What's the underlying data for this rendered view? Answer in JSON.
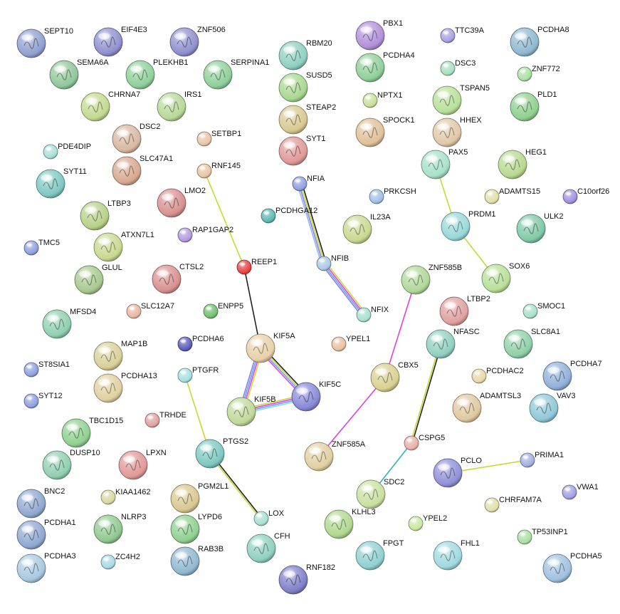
{
  "nodes": [
    {
      "id": "SEPT10",
      "label": "SEPT10",
      "color": "#8f9fcf"
    },
    {
      "id": "EIF4E3",
      "label": "EIF4E3",
      "color": "#8f8fcf"
    },
    {
      "id": "ZNF506",
      "label": "ZNF506",
      "color": "#8f8fcf"
    },
    {
      "id": "SEMA6A",
      "label": "SEMA6A",
      "color": "#8fc79a"
    },
    {
      "id": "PLEKHB1",
      "label": "PLEKHB1",
      "color": "#8fcf9a"
    },
    {
      "id": "SERPINA1",
      "label": "SERPINA1",
      "color": "#8fcf9a"
    },
    {
      "id": "CHRNA7",
      "label": "CHRNA7",
      "color": "#c4d890"
    },
    {
      "id": "IRS1",
      "label": "IRS1",
      "color": "#b8d898"
    },
    {
      "id": "DSC2",
      "label": "DSC2",
      "color": "#d8b8a0"
    },
    {
      "id": "SETBP1",
      "label": "SETBP1",
      "color": "#e8c4a4"
    },
    {
      "id": "PDE4DIP",
      "label": "PDE4DIP",
      "color": "#a8e0d8"
    },
    {
      "id": "SLC47A1",
      "label": "SLC47A1",
      "color": "#d8a890"
    },
    {
      "id": "RNF145",
      "label": "RNF145",
      "color": "#e8c4a4"
    },
    {
      "id": "SYT11",
      "label": "SYT11",
      "color": "#7ec8c0"
    },
    {
      "id": "LMO2",
      "label": "LMO2",
      "color": "#d89090"
    },
    {
      "id": "LTBP3",
      "label": "LTBP3",
      "color": "#b8d088"
    },
    {
      "id": "RAP1GAP2",
      "label": "RAP1GAP2",
      "color": "#b09ae0"
    },
    {
      "id": "TMC5",
      "label": "TMC5",
      "color": "#8f9fe0"
    },
    {
      "id": "ATXN7L1",
      "label": "ATXN7L1",
      "color": "#c8d890"
    },
    {
      "id": "GLUL",
      "label": "GLUL",
      "color": "#a8c890"
    },
    {
      "id": "CTSL2",
      "label": "CTSL2",
      "color": "#d89090"
    },
    {
      "id": "SLC12A7",
      "label": "SLC12A7",
      "color": "#e8b8a0"
    },
    {
      "id": "ENPP5",
      "label": "ENPP5",
      "color": "#70c070"
    },
    {
      "id": "MFSD4",
      "label": "MFSD4",
      "color": "#8fcfb0"
    },
    {
      "id": "PCDHA6",
      "label": "PCDHA6",
      "color": "#5a5ab8"
    },
    {
      "id": "MAP1B",
      "label": "MAP1B",
      "color": "#d8d098"
    },
    {
      "id": "ST8SIA1",
      "label": "ST8SIA1",
      "color": "#8f9fe0"
    },
    {
      "id": "PCDHA13",
      "label": "PCDHA13",
      "color": "#e0d0a0"
    },
    {
      "id": "PTGFR",
      "label": "PTGFR",
      "color": "#a8e0e0"
    },
    {
      "id": "SYT12",
      "label": "SYT12",
      "color": "#8f9fe0"
    },
    {
      "id": "TRHDE",
      "label": "TRHDE",
      "color": "#e0a0a0"
    },
    {
      "id": "TBC1D15",
      "label": "TBC1D15",
      "color": "#90d090"
    },
    {
      "id": "DUSP10",
      "label": "DUSP10",
      "color": "#8fcfb0"
    },
    {
      "id": "LPXN",
      "label": "LPXN",
      "color": "#e09898"
    },
    {
      "id": "PTGS2",
      "label": "PTGS2",
      "color": "#7ec8c0"
    },
    {
      "id": "BNC2",
      "label": "BNC2",
      "color": "#8fa8d0"
    },
    {
      "id": "KIAA1462",
      "label": "KIAA1462",
      "color": "#d8d8a0"
    },
    {
      "id": "PGM2L1",
      "label": "PGM2L1",
      "color": "#d8c890"
    },
    {
      "id": "PCDHA1",
      "label": "PCDHA1",
      "color": "#8fa8d0"
    },
    {
      "id": "NLRP3",
      "label": "NLRP3",
      "color": "#90c890"
    },
    {
      "id": "LYPD6",
      "label": "LYPD6",
      "color": "#90d090"
    },
    {
      "id": "LOX",
      "label": "LOX",
      "color": "#a8e0d0"
    },
    {
      "id": "ZC4H2",
      "label": "ZC4H2",
      "color": "#a8d8e8"
    },
    {
      "id": "RAB3B",
      "label": "RAB3B",
      "color": "#8fb8d0"
    },
    {
      "id": "CFH",
      "label": "CFH",
      "color": "#8fd0c0"
    },
    {
      "id": "PCDHA3",
      "label": "PCDHA3",
      "color": "#a8c8e0"
    },
    {
      "id": "RNF182",
      "label": "RNF182",
      "color": "#8080c8"
    },
    {
      "id": "RBM20",
      "label": "RBM20",
      "color": "#8fcfc0"
    },
    {
      "id": "SUSD5",
      "label": "SUSD5",
      "color": "#a8d890"
    },
    {
      "id": "STEAP2",
      "label": "STEAP2",
      "color": "#d8c890"
    },
    {
      "id": "SYT1",
      "label": "SYT1",
      "color": "#e09898"
    },
    {
      "id": "NFIA",
      "label": "NFIA",
      "color": "#8f9fe0"
    },
    {
      "id": "PCDHGA12",
      "label": "PCDHGA12",
      "color": "#5ab8b0"
    },
    {
      "id": "REEP1",
      "label": "REEP1",
      "color": "#e84040"
    },
    {
      "id": "NFIB",
      "label": "NFIB",
      "color": "#a8c8e8"
    },
    {
      "id": "NFIX",
      "label": "NFIX",
      "color": "#a8e0d0"
    },
    {
      "id": "KIF5A",
      "label": "KIF5A",
      "color": "#e8d0a8"
    },
    {
      "id": "YPEL1",
      "label": "YPEL1",
      "color": "#e8c0a0"
    },
    {
      "id": "KIF5C",
      "label": "KIF5C",
      "color": "#8888d8"
    },
    {
      "id": "KIF5B",
      "label": "KIF5B",
      "color": "#c0d898"
    },
    {
      "id": "PBX1",
      "label": "PBX1",
      "color": "#b090d8"
    },
    {
      "id": "PCDHA4",
      "label": "PCDHA4",
      "color": "#8fcf9a"
    },
    {
      "id": "NPTX1",
      "label": "NPTX1",
      "color": "#c8e098"
    },
    {
      "id": "SPOCK1",
      "label": "SPOCK1",
      "color": "#e0c098"
    },
    {
      "id": "PRKCSH",
      "label": "PRKCSH",
      "color": "#a0c0e8"
    },
    {
      "id": "IL23A",
      "label": "IL23A",
      "color": "#c8d890"
    },
    {
      "id": "ZNF585B",
      "label": "ZNF585B",
      "color": "#b0d898"
    },
    {
      "id": "CBX5",
      "label": "CBX5",
      "color": "#d8d090"
    },
    {
      "id": "ZNF585A",
      "label": "ZNF585A",
      "color": "#e0d0a0"
    },
    {
      "id": "SDC2",
      "label": "SDC2",
      "color": "#c8e0a0"
    },
    {
      "id": "KLHL3",
      "label": "KLHL3",
      "color": "#b0d890"
    },
    {
      "id": "YPEL2",
      "label": "YPEL2",
      "color": "#c8e8a0"
    },
    {
      "id": "FPGT",
      "label": "FPGT",
      "color": "#90d0d0"
    },
    {
      "id": "TTC39A",
      "label": "TTC39A",
      "color": "#a8a0e0"
    },
    {
      "id": "PCDHA8",
      "label": "PCDHA8",
      "color": "#8fb8d0"
    },
    {
      "id": "DSC3",
      "label": "DSC3",
      "color": "#a8e0c0"
    },
    {
      "id": "ZNF772",
      "label": "ZNF772",
      "color": "#a8e0a0"
    },
    {
      "id": "TSPAN5",
      "label": "TSPAN5",
      "color": "#b8e098"
    },
    {
      "id": "PLD1",
      "label": "PLD1",
      "color": "#90d090"
    },
    {
      "id": "HHEX",
      "label": "HHEX",
      "color": "#e0c8a8"
    },
    {
      "id": "PAX5",
      "label": "PAX5",
      "color": "#a8e0c8"
    },
    {
      "id": "HEG1",
      "label": "HEG1",
      "color": "#b8d890"
    },
    {
      "id": "ADAMTS15",
      "label": "ADAMTS15",
      "color": "#e0e0a8"
    },
    {
      "id": "C10orf26",
      "label": "C10orf26",
      "color": "#a090e0"
    },
    {
      "id": "PRDM1",
      "label": "PRDM1",
      "color": "#98d8d8"
    },
    {
      "id": "ULK2",
      "label": "ULK2",
      "color": "#80c8a8"
    },
    {
      "id": "SOX6",
      "label": "SOX6",
      "color": "#b8e098"
    },
    {
      "id": "LTBP2",
      "label": "LTBP2",
      "color": "#e0a0a0"
    },
    {
      "id": "SMOC1",
      "label": "SMOC1",
      "color": "#a8e0c8"
    },
    {
      "id": "NFASC",
      "label": "NFASC",
      "color": "#90d0c0"
    },
    {
      "id": "SLC8A1",
      "label": "SLC8A1",
      "color": "#90d0a8"
    },
    {
      "id": "PCDHAC2",
      "label": "PCDHAC2",
      "color": "#e8d8a8"
    },
    {
      "id": "PCDHA7",
      "label": "PCDHA7",
      "color": "#90b0d8"
    },
    {
      "id": "ADAMTSL3",
      "label": "ADAMTSL3",
      "color": "#e0c8a0"
    },
    {
      "id": "VAV3",
      "label": "VAV3",
      "color": "#90c8d8"
    },
    {
      "id": "CSPG5",
      "label": "CSPG5",
      "color": "#e8b0a8"
    },
    {
      "id": "PCLO",
      "label": "PCLO",
      "color": "#9090d8"
    },
    {
      "id": "PRIMA1",
      "label": "PRIMA1",
      "color": "#a0b0e0"
    },
    {
      "id": "VWA1",
      "label": "VWA1",
      "color": "#a0a0e0"
    },
    {
      "id": "CHRFAM7A",
      "label": "CHRFAM7A",
      "color": "#e0e0a8"
    },
    {
      "id": "TP53INP1",
      "label": "TP53INP1",
      "color": "#a8e0a0"
    },
    {
      "id": "FHL1",
      "label": "FHL1",
      "color": "#a0d8e0"
    },
    {
      "id": "PCDHA5",
      "label": "PCDHA5",
      "color": "#a0c0e0"
    }
  ],
  "edges": [
    {
      "source": "RNF145",
      "target": "REEP1",
      "colors": [
        "#c8d830"
      ]
    },
    {
      "source": "REEP1",
      "target": "KIF5A",
      "colors": [
        "#222222"
      ]
    },
    {
      "source": "KIF5A",
      "target": "KIF5C",
      "colors": [
        "#222222",
        "#c8d830",
        "#60a0ff",
        "#e040e0"
      ]
    },
    {
      "source": "KIF5A",
      "target": "KIF5B",
      "colors": [
        "#c8d830",
        "#e040e0",
        "#60a0ff",
        "#8080e0"
      ]
    },
    {
      "source": "KIF5B",
      "target": "KIF5C",
      "colors": [
        "#c8d830",
        "#e040e0",
        "#60a0ff",
        "#90d8d8"
      ]
    },
    {
      "source": "NFIA",
      "target": "NFIB",
      "colors": [
        "#222222",
        "#c8d830",
        "#8080e0",
        "#90b0ff"
      ]
    },
    {
      "source": "NFIB",
      "target": "NFIX",
      "colors": [
        "#c8d830",
        "#e040e0",
        "#60a0ff",
        "#8080e0"
      ]
    },
    {
      "source": "PTGFR",
      "target": "PTGS2",
      "colors": [
        "#c8d830"
      ]
    },
    {
      "source": "PTGS2",
      "target": "LOX",
      "colors": [
        "#222222",
        "#c8d830"
      ]
    },
    {
      "source": "PAX5",
      "target": "PRDM1",
      "colors": [
        "#c8d830"
      ]
    },
    {
      "source": "PRDM1",
      "target": "SOX6",
      "colors": [
        "#c8d830"
      ]
    },
    {
      "source": "ZNF585B",
      "target": "CBX5",
      "colors": [
        "#e040e0"
      ]
    },
    {
      "source": "CBX5",
      "target": "ZNF585A",
      "colors": [
        "#e040e0"
      ]
    },
    {
      "source": "NFASC",
      "target": "CSPG5",
      "colors": [
        "#222222",
        "#c8d830"
      ]
    },
    {
      "source": "CSPG5",
      "target": "SDC2",
      "colors": [
        "#30b0c8"
      ]
    },
    {
      "source": "PCLO",
      "target": "PRIMA1",
      "colors": [
        "#c8d830"
      ]
    }
  ]
}
